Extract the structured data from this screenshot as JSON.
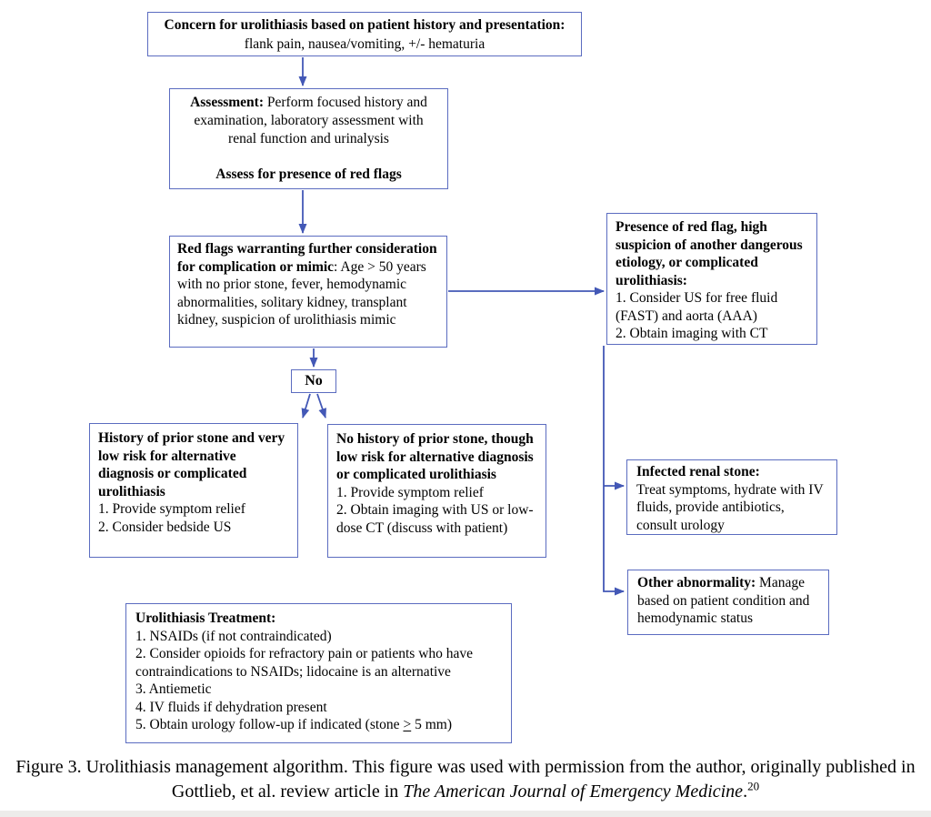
{
  "colors": {
    "box_border": "#5b6cc0",
    "arrow": "#4358b6",
    "text": "#000000",
    "background": "#ffffff"
  },
  "boxes": {
    "concern": {
      "bold": "Concern for urolithiasis based on patient history and presentation:",
      "rest": " flank pain, nausea/vomiting, +/- hematuria"
    },
    "assessment": {
      "bold": "Assessment:",
      "rest": " Perform focused history and examination, laboratory assessment with renal function and urinalysis",
      "bold2": "Assess for presence of red flags"
    },
    "red_flags": {
      "bold": "Red flags warranting further consideration for complication or mimic",
      "rest": ": Age > 50 years with no prior stone, fever, hemodynamic abnormalities, solitary kidney, transplant kidney, suspicion of urolithiasis mimic"
    },
    "presence": {
      "bold": "Presence of red flag, high suspicion of another dangerous etiology, or complicated urolithiasis:",
      "items": [
        "1. Consider US for free fluid (FAST) and aorta (AAA)",
        "2. Obtain imaging with CT"
      ]
    },
    "no_label": "No",
    "history": {
      "bold": "History of prior stone and very low risk for alternative diagnosis or complicated urolithiasis",
      "items": [
        "1. Provide symptom relief",
        "2. Consider bedside US"
      ]
    },
    "no_history": {
      "bold": "No history of prior stone, though low risk for alternative diagnosis or complicated urolithiasis",
      "items": [
        "1. Provide symptom relief",
        "2. Obtain imaging with US or low-dose CT (discuss with patient)"
      ]
    },
    "infected": {
      "bold": "Infected renal stone:",
      "rest": "Treat symptoms, hydrate with IV fluids, provide antibiotics, consult urology"
    },
    "other": {
      "bold": "Other abnormality:",
      "rest": " Manage based on patient condition and hemodynamic status"
    },
    "treatment": {
      "bold": "Urolithiasis Treatment:",
      "items": [
        "1. NSAIDs (if not contraindicated)",
        "2. Consider opioids for refractory pain or patients who have contraindications to NSAIDs; lidocaine is an alternative",
        "3. Antiemetic",
        "4. IV fluids if dehydration present"
      ],
      "item5_pre": "5. Obtain urology follow-up if indicated (stone ",
      "item5_gt": ">",
      "item5_post": " 5 mm)"
    }
  },
  "caption": {
    "prefix": "Figure 3. Urolithiasis management algorithm. This figure was used with permission from the author, originally published in Gottlieb, et al. review article in ",
    "italic": "The American Journal of Emergency Medicine",
    "suffix": ".",
    "superscript": "20"
  }
}
